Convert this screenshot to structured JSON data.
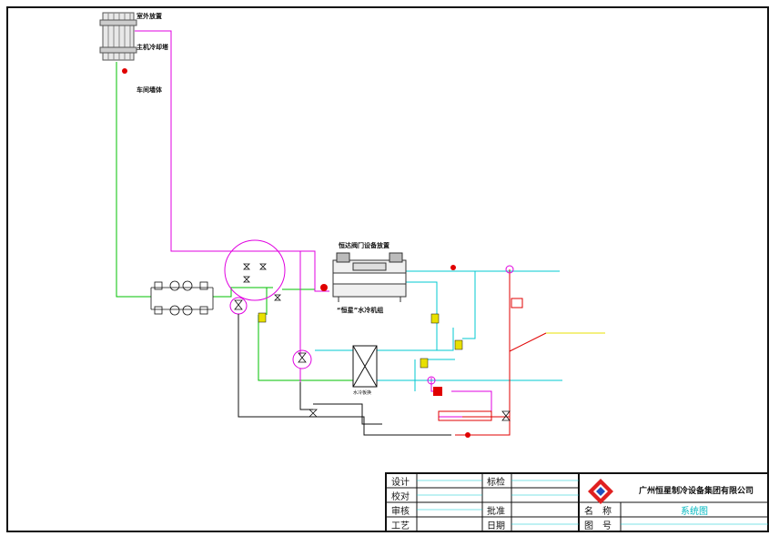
{
  "labels": {
    "outdoor_unit": "室外放置",
    "cooling_tower": "主机冷却塔",
    "workshop_wall": "车间墙体",
    "valve_station": "恒达阀门设备放置",
    "chiller_unit": "“恒星”水冷机组",
    "heat_exchanger": "水冷板换"
  },
  "title_block": {
    "design": "设计",
    "check": "校对",
    "review": "审核",
    "process": "工艺",
    "standard_check": "标检",
    "approve": "批准",
    "date": "日期",
    "name_label": "名　称",
    "drawing_no_label": "图　号",
    "drawing_name": "系统图",
    "company": "广州恒星制冷设备集团有限公司"
  },
  "colors": {
    "green_pipe": "#00c000",
    "magenta_pipe": "#e000e0",
    "cyan_pipe": "#00c8d0",
    "red_pipe": "#e00000",
    "black_pipe": "#111111",
    "yellow_pipe": "#e8e000"
  }
}
